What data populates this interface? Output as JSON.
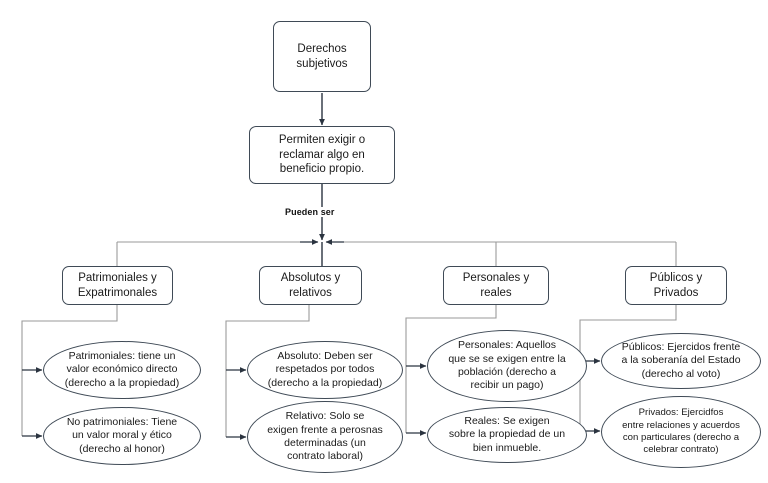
{
  "diagram": {
    "title": "Derechos subjetivos",
    "type": "concept-map",
    "colors": {
      "background": "#ffffff",
      "node_stroke": "#3f4a56",
      "connector": "#808080",
      "connector_dark": "#2b3440",
      "text": "#1a1a1a"
    },
    "root": {
      "label": "Derechos\nsubjetivos"
    },
    "definition": {
      "label": "Permiten exigir o\nreclamar algo en\nbeneficio propio."
    },
    "connector_label": "Pueden ser",
    "categories": [
      {
        "label": "Patrimoniales y\nExpatrimonales",
        "leaves": [
          {
            "label": "Patrimoniales: tiene un\nvalor económico directo\n(derecho a la propiedad)"
          },
          {
            "label": "No patrimoniales: Tiene\nun valor moral y ético\n(derecho al honor)"
          }
        ]
      },
      {
        "label": "Absolutos y\nrelativos",
        "leaves": [
          {
            "label": "Absoluto: Deben ser\nrespetados por todos\n(derecho a la propiedad)"
          },
          {
            "label": "Relativo: Solo se\nexigen frente a perosnas\ndeterminadas (un\ncontrato laboral)"
          }
        ]
      },
      {
        "label": "Personales y\nreales",
        "leaves": [
          {
            "label": "Personales: Aquellos\nque se se exigen entre la\npoblación (derecho a\nrecibir un pago)"
          },
          {
            "label": "Reales: Se exigen\nsobre la propiedad de un\nbien inmueble."
          }
        ]
      },
      {
        "label": "Públicos y\nPrivados",
        "leaves": [
          {
            "label": "Públicos: Ejercidos frente\na la soberanía del Estado\n(derecho al voto)"
          },
          {
            "label": "Privados: Ejercidfos\nentre relaciones y acuerdos\ncon particulares (derecho a\ncelebrar contrato)"
          }
        ]
      }
    ]
  }
}
